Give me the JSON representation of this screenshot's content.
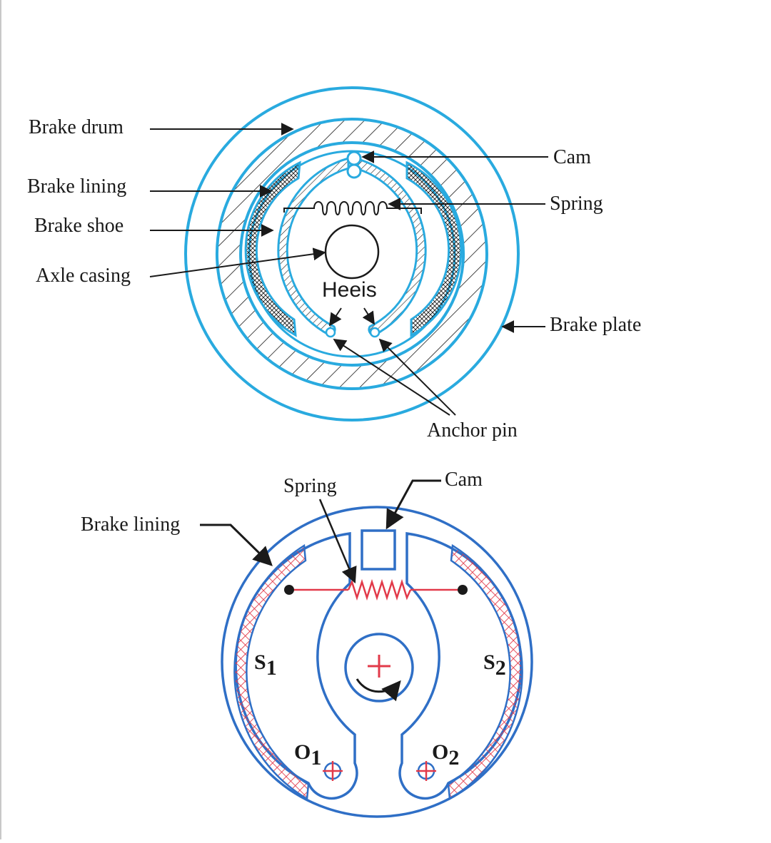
{
  "colors": {
    "cyan": "#29aadf",
    "blue": "#2f6fc6",
    "lining_red": "#e23a4a",
    "ink": "#1a1a1a"
  },
  "figure1": {
    "labels": {
      "brake_drum": "Brake drum",
      "brake_lining": "Brake lining",
      "brake_shoe": "Brake shoe",
      "axle_casing": "Axle casing",
      "cam": "Cam",
      "spring": "Spring",
      "brake_plate": "Brake plate",
      "anchor_pin": "Anchor pin",
      "heels": "Heeis"
    }
  },
  "figure2": {
    "labels": {
      "brake_lining": "Brake lining",
      "spring": "Spring",
      "cam": "Cam",
      "s1": "S",
      "s1_sub": "1",
      "s2": "S",
      "s2_sub": "2",
      "o1": "O",
      "o1_sub": "1",
      "o2": "O",
      "o2_sub": "2"
    }
  }
}
